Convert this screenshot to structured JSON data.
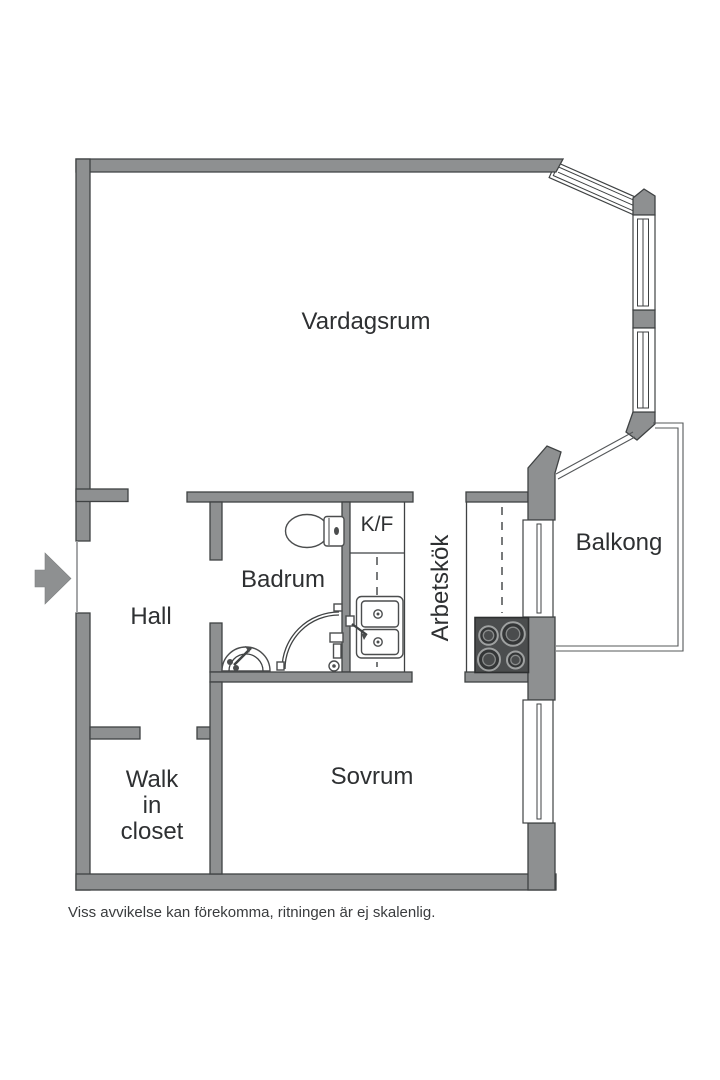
{
  "rooms": {
    "vardagsrum": "Vardagsrum",
    "hall": "Hall",
    "badrum": "Badrum",
    "kf": "K/F",
    "arbetskok": "Arbetskök",
    "balkong": "Balkong",
    "sovrum": "Sovrum",
    "walk_in_closet": {
      "line1": "Walk",
      "line2": "in",
      "line3": "closet"
    }
  },
  "disclaimer": "Viss avvikelse kan förekomma, ritningen är ej skalenlig.",
  "icons": {
    "entrance_arrow": "entrance-arrow-right"
  },
  "colors": {
    "wall": "#8e9091",
    "outline": "#3f4243",
    "fixture_outline": "#4b4d4e",
    "stove": "#4b4d4e",
    "burner_ring": "#9fa1a1",
    "balcony_line": "#55585a",
    "text": "#2e3032",
    "background": "#ffffff"
  }
}
